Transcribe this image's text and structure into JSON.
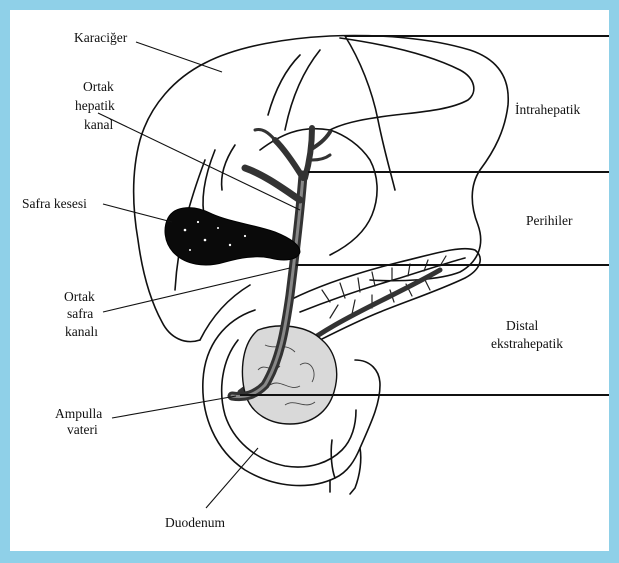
{
  "colors": {
    "frame": "#8fd0e8",
    "background": "#ffffff",
    "ink": "#111111",
    "gallbladder": "#0a0a0a",
    "pancreas_mass": "#d9d9d9"
  },
  "labels": {
    "liver": "Karaciğer",
    "common_hepatic_duct": [
      "Ortak",
      "hepatik",
      "kanal"
    ],
    "gallbladder": "Safra kesesi",
    "common_bile_duct": [
      "Ortak",
      "safra",
      "kanalı"
    ],
    "ampulla": [
      "Ampulla",
      "vateri"
    ],
    "duodenum": "Duodenum"
  },
  "zones": {
    "intrahepatic": "İntrahepatik",
    "perihilar": "Perihiler",
    "distal": [
      "Distal",
      "ekstrahepatik"
    ]
  }
}
